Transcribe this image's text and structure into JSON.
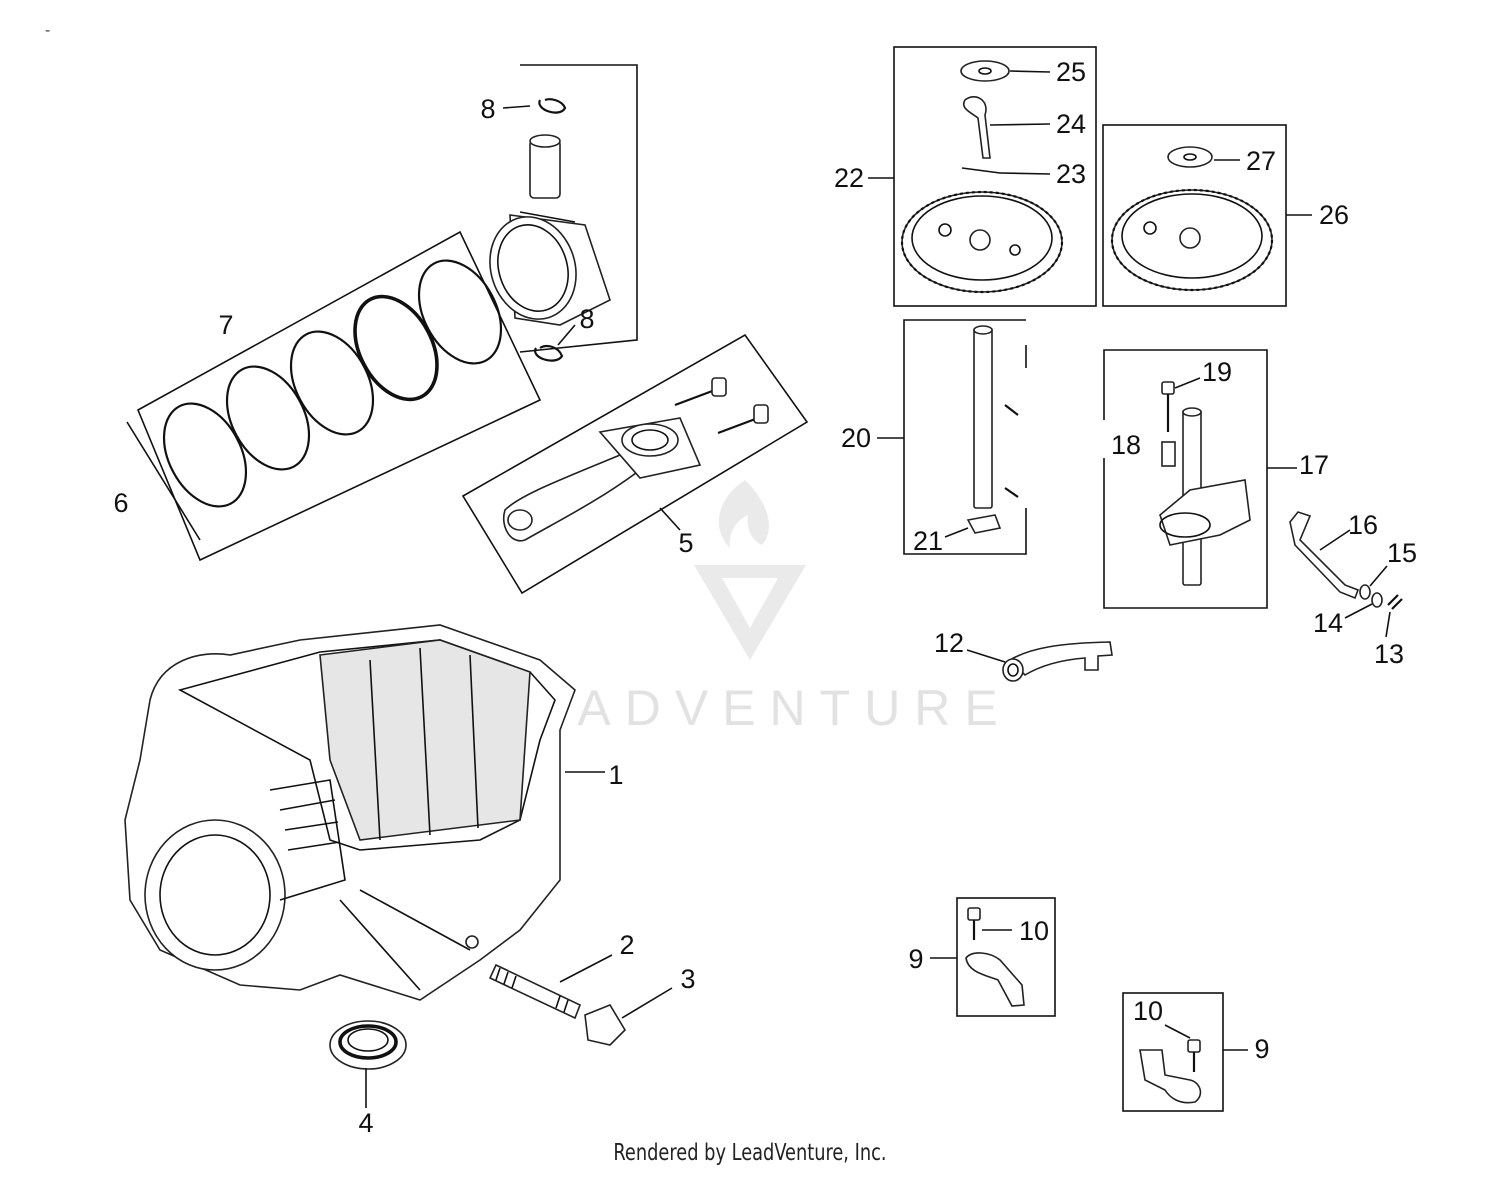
{
  "header_mark": "-",
  "watermark_text": "LEADVENTURE",
  "footer_text": "Rendered by LeadVenture, Inc.",
  "callouts": {
    "c1": "1",
    "c2": "2",
    "c3": "3",
    "c4": "4",
    "c5": "5",
    "c6": "6",
    "c7": "7",
    "c8a": "8",
    "c8b": "8",
    "c9a": "9",
    "c9b": "9",
    "c10a": "10",
    "c10b": "10",
    "c12": "12",
    "c13": "13",
    "c14": "14",
    "c15": "15",
    "c16": "16",
    "c17": "17",
    "c18": "18",
    "c19": "19",
    "c20": "20",
    "c21": "21",
    "c22": "22",
    "c23": "23",
    "c24": "24",
    "c25": "25",
    "c26": "26",
    "c27": "27"
  }
}
